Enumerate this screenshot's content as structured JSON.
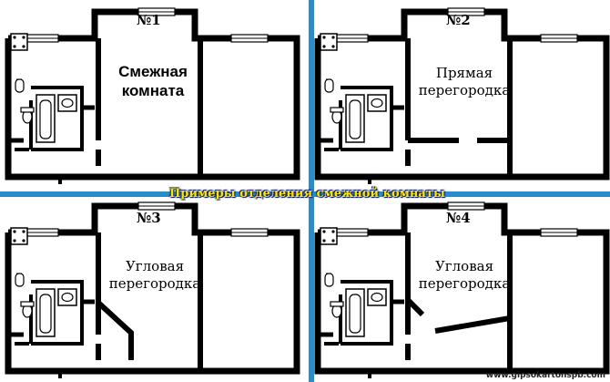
{
  "title": "Примеры отделения смежной комнаты",
  "watermark": "www.gipsokartonspb.com",
  "divider_color": "#2a8cc8",
  "wall_color": "#000000",
  "plans": [
    {
      "number": "№1",
      "label_line1": "Смежная",
      "label_line2": "комната"
    },
    {
      "number": "№2",
      "label_line1": "Прямая",
      "label_line2": "перегородка"
    },
    {
      "number": "№3",
      "label_line1": "Угловая",
      "label_line2": "перегородка"
    },
    {
      "number": "№4",
      "label_line1": "Угловая",
      "label_line2": "перегородка"
    }
  ]
}
